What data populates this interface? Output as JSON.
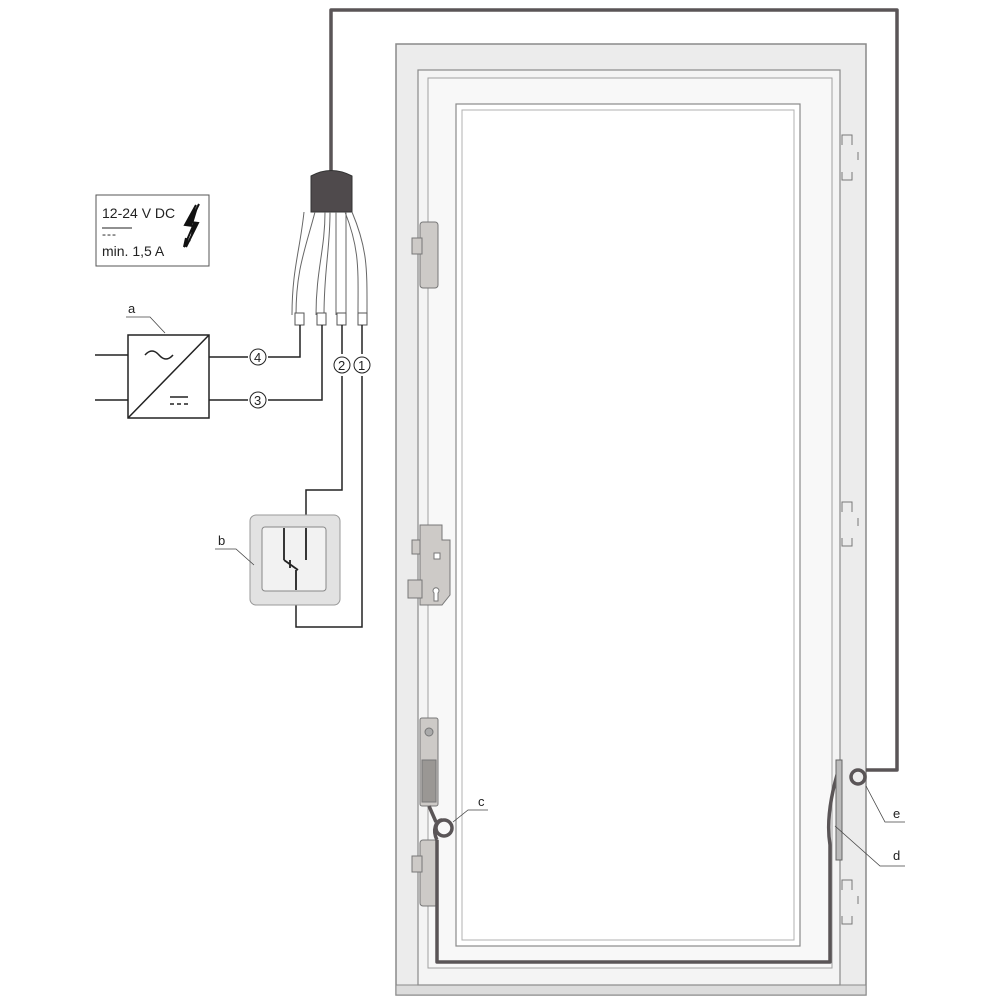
{
  "power_label": {
    "voltage": "12-24 V DC",
    "dc_symbol": "---",
    "current": "min. 1,5 A"
  },
  "callouts": {
    "a": "a",
    "b": "b",
    "c": "c",
    "d": "d",
    "e": "e"
  },
  "wire_numbers": {
    "w1": "1",
    "w2": "2",
    "w3": "3",
    "w4": "4"
  },
  "colors": {
    "cable": "#5a5557",
    "frame": "#e9e9e9",
    "outline": "#8a8a8a",
    "lock": "#c9c6c3"
  }
}
